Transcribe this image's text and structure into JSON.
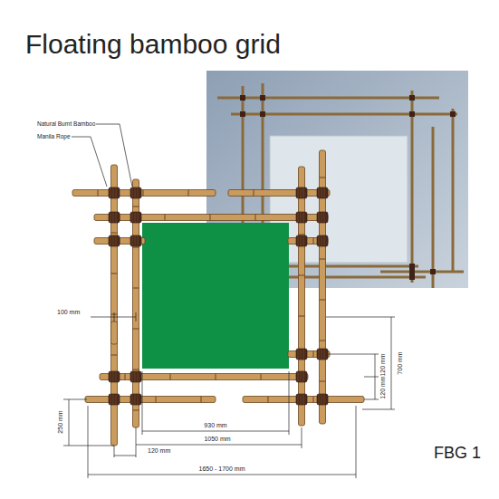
{
  "diagram": {
    "title": "Floating bamboo grid",
    "labels": [
      "Natural Burnt Bamboo",
      "Manila Rope",
      "100 mm",
      "250 mm",
      "930 mm",
      "1050 mm",
      "120 mm",
      "1650 - 1700 mm",
      "120 mm",
      "120 mm",
      "700 mm",
      "FBG 1"
    ]
  }
}
